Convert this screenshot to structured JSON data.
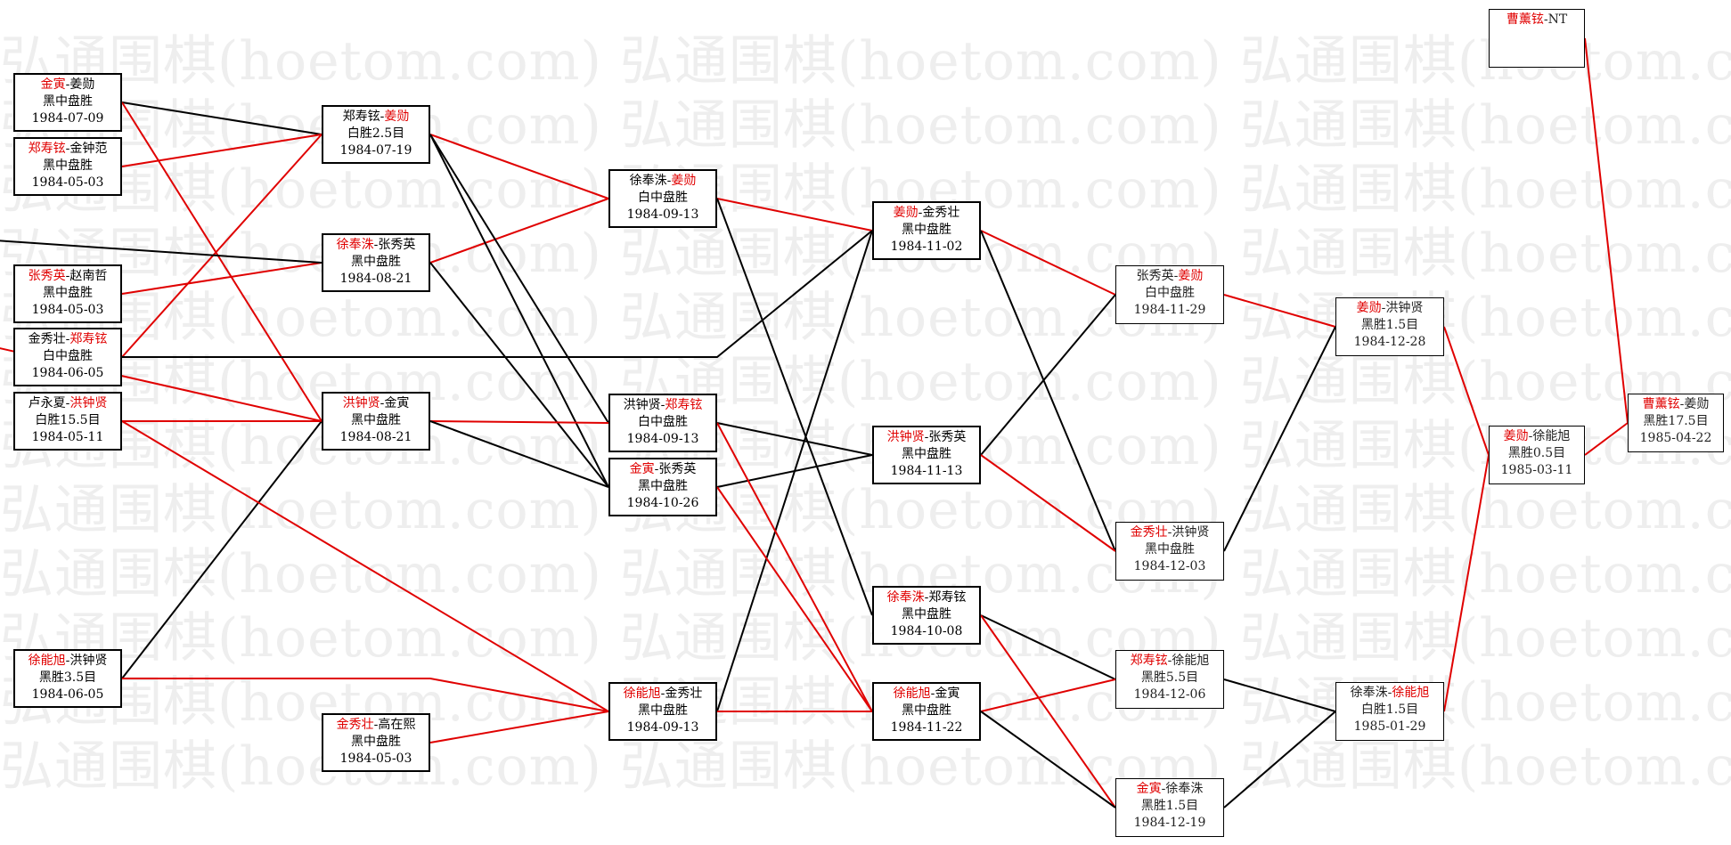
{
  "watermark": "弘通围棋(hoetom.com)",
  "colors": {
    "winner": "#e00000",
    "winner_line": "#e00000",
    "loser_line": "#000000"
  },
  "games": [
    {
      "id": "g1",
      "p1": "金寅",
      "p2": "姜勋",
      "winner": 1,
      "result": "黑中盘胜",
      "date": "1984-07-09"
    },
    {
      "id": "g2",
      "p1": "郑寿铉",
      "p2": "金钟范",
      "winner": 1,
      "result": "黑中盘胜",
      "date": "1984-05-03"
    },
    {
      "id": "g3",
      "p1": "张秀英",
      "p2": "赵南哲",
      "winner": 1,
      "result": "黑中盘胜",
      "date": "1984-05-03"
    },
    {
      "id": "g4",
      "p1": "金秀壮",
      "p2": "郑寿铉",
      "winner": 2,
      "result": "白中盘胜",
      "date": "1984-06-05"
    },
    {
      "id": "g5",
      "p1": "卢永夏",
      "p2": "洪钟贤",
      "winner": 2,
      "result": "白胜15.5目",
      "date": "1984-05-11"
    },
    {
      "id": "g6",
      "p1": "徐能旭",
      "p2": "洪钟贤",
      "winner": 1,
      "result": "黑胜3.5目",
      "date": "1984-06-05"
    },
    {
      "id": "g7",
      "p1": "郑寿铉",
      "p2": "姜勋",
      "winner": 2,
      "result": "白胜2.5目",
      "date": "1984-07-19"
    },
    {
      "id": "g8",
      "p1": "徐奉洙",
      "p2": "张秀英",
      "winner": 1,
      "result": "黑中盘胜",
      "date": "1984-08-21"
    },
    {
      "id": "g9",
      "p1": "洪钟贤",
      "p2": "金寅",
      "winner": 1,
      "result": "黑中盘胜",
      "date": "1984-08-21"
    },
    {
      "id": "g10",
      "p1": "金秀壮",
      "p2": "高在熙",
      "winner": 1,
      "result": "黑中盘胜",
      "date": "1984-05-03"
    },
    {
      "id": "g11",
      "p1": "徐奉洙",
      "p2": "姜勋",
      "winner": 2,
      "result": "白中盘胜",
      "date": "1984-09-13"
    },
    {
      "id": "g12",
      "p1": "洪钟贤",
      "p2": "郑寿铉",
      "winner": 2,
      "result": "白中盘胜",
      "date": "1984-09-13"
    },
    {
      "id": "g13",
      "p1": "金寅",
      "p2": "张秀英",
      "winner": 1,
      "result": "黑中盘胜",
      "date": "1984-10-26"
    },
    {
      "id": "g14",
      "p1": "徐能旭",
      "p2": "金秀壮",
      "winner": 1,
      "result": "黑中盘胜",
      "date": "1984-09-13"
    },
    {
      "id": "g15",
      "p1": "姜勋",
      "p2": "金秀壮",
      "winner": 1,
      "result": "黑中盘胜",
      "date": "1984-11-02"
    },
    {
      "id": "g16",
      "p1": "洪钟贤",
      "p2": "张秀英",
      "winner": 1,
      "result": "黑中盘胜",
      "date": "1984-11-13"
    },
    {
      "id": "g17",
      "p1": "徐奉洙",
      "p2": "郑寿铉",
      "winner": 1,
      "result": "黑中盘胜",
      "date": "1984-10-08"
    },
    {
      "id": "g18",
      "p1": "徐能旭",
      "p2": "金寅",
      "winner": 1,
      "result": "黑中盘胜",
      "date": "1984-11-22"
    },
    {
      "id": "g19",
      "p1": "张秀英",
      "p2": "姜勋",
      "winner": 2,
      "result": "白中盘胜",
      "date": "1984-11-29"
    },
    {
      "id": "g20",
      "p1": "金秀壮",
      "p2": "洪钟贤",
      "winner": 1,
      "result": "黑中盘胜",
      "date": "1984-12-03"
    },
    {
      "id": "g21",
      "p1": "郑寿铉",
      "p2": "徐能旭",
      "winner": 1,
      "result": "黑胜5.5目",
      "date": "1984-12-06"
    },
    {
      "id": "g22",
      "p1": "金寅",
      "p2": "徐奉洙",
      "winner": 1,
      "result": "黑胜1.5目",
      "date": "1984-12-19"
    },
    {
      "id": "g23",
      "p1": "姜勋",
      "p2": "洪钟贤",
      "winner": 1,
      "result": "黑胜1.5目",
      "date": "1984-12-28"
    },
    {
      "id": "g24",
      "p1": "徐奉洙",
      "p2": "徐能旭",
      "winner": 2,
      "result": "白胜1.5目",
      "date": "1985-01-29"
    },
    {
      "id": "g25",
      "p1": "姜勋",
      "p2": "徐能旭",
      "winner": 1,
      "result": "黑胜0.5目",
      "date": "1985-03-11"
    },
    {
      "id": "g26",
      "p1": "曹薰铉",
      "p2": "NT",
      "winner": 1,
      "result": "",
      "date": ""
    },
    {
      "id": "g27",
      "p1": "曹薰铉",
      "p2": "姜勋",
      "winner": 1,
      "result": "黑胜17.5目",
      "date": "1985-04-22"
    }
  ]
}
